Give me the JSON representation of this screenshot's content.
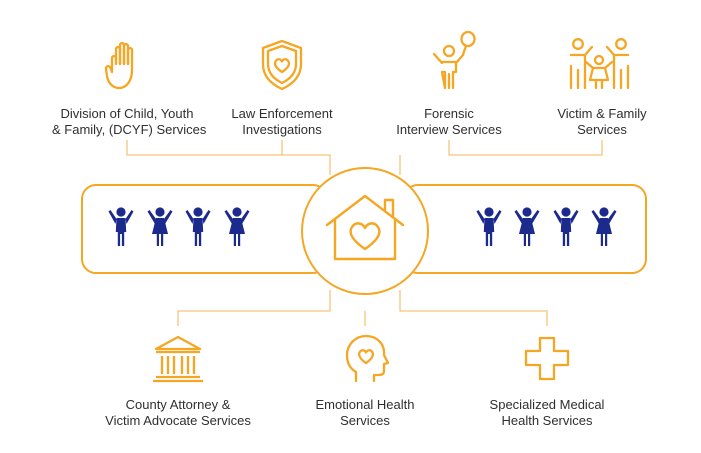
{
  "colors": {
    "accent": "#f5a623",
    "connector": "#f7c47a",
    "child": "#1b2a8c",
    "text": "#2f2f2f"
  },
  "services_top": [
    {
      "icon": "raised-hand-icon",
      "line1": "Division of Child, Youth",
      "line2": "& Family, (DCYF) Services"
    },
    {
      "icon": "shield-heart-icon",
      "line1": "Law Enforcement",
      "line2": "Investigations"
    },
    {
      "icon": "child-balloon-icon",
      "line1": "Forensic",
      "line2": "Interview Services"
    },
    {
      "icon": "family-icon",
      "line1": "Victim & Family",
      "line2": "Services"
    }
  ],
  "services_bottom": [
    {
      "icon": "courthouse-icon",
      "line1": "County Attorney &",
      "line2": "Victim Advocate Services"
    },
    {
      "icon": "head-heart-icon",
      "line1": "Emotional Health",
      "line2": "Services"
    },
    {
      "icon": "medical-cross-icon",
      "line1": "Specialized Medical",
      "line2": "Health Services"
    }
  ],
  "center": {
    "icon": "house-heart-icon"
  }
}
